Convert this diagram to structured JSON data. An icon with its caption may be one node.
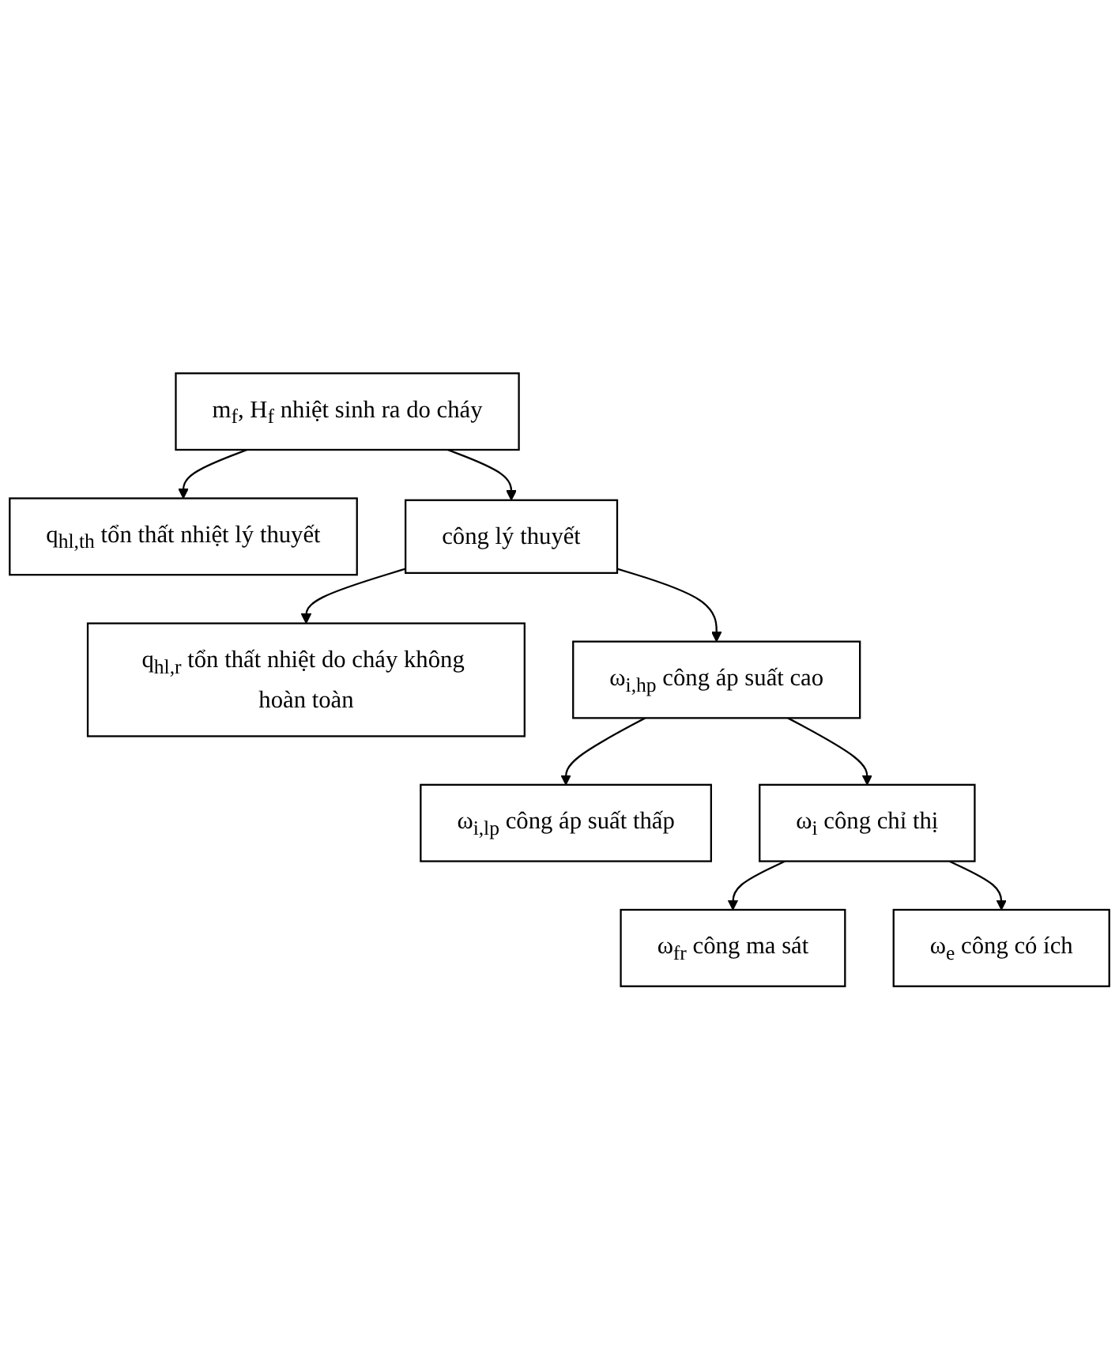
{
  "diagram": {
    "nodes": [
      {
        "text": [
          "m$_{f}$, H$_{f}$ nhiệt sinh ra do cháy"
        ]
      },
      {
        "text": [
          "q$_{hl,th}$ tổn thất nhiệt lý thuyết"
        ]
      },
      {
        "text": [
          "công lý thuyết"
        ]
      },
      {
        "text": [
          "q$_{hl,r}$ tổn thất nhiệt do cháy không hoàn toàn"
        ]
      },
      {
        "text": [
          "ω$_{i,hp}$ công áp suất cao"
        ]
      },
      {
        "text": [
          "ω$_{i,lp}$ công áp suất thấp"
        ]
      },
      {
        "text": [
          "ω$_{i}$ công chỉ thị"
        ]
      },
      {
        "text": [
          "ω$_{fr}$ công ma sát"
        ]
      },
      {
        "text": [
          "ω$_{e}$ công có ích"
        ]
      }
    ],
    "edges": [
      {
        "from": 0,
        "to": 1,
        "arrow": "to"
      },
      {
        "from": 0,
        "to": 2,
        "arrow": "to"
      },
      {
        "from": 2,
        "to": 3,
        "arrow": "to"
      },
      {
        "from": 2,
        "to": 4,
        "arrow": "to"
      },
      {
        "from": 4,
        "to": 5,
        "arrow": "to"
      },
      {
        "from": 4,
        "to": 6,
        "arrow": "to"
      },
      {
        "from": 6,
        "to": 7,
        "arrow": "to"
      },
      {
        "from": 6,
        "to": 8,
        "arrow": "to"
      }
    ]
  }
}
